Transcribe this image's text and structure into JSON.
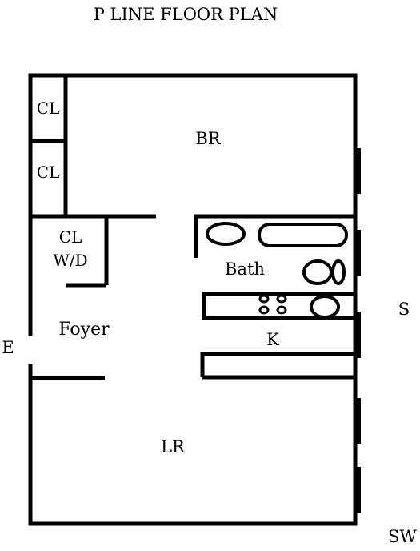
{
  "title": "P LINE FLOOR PLAN",
  "rooms": {
    "closet_1": "CL",
    "closet_2": "CL",
    "closet_wd_line1": "CL",
    "closet_wd_line2": "W/D",
    "bedroom": "BR",
    "bath": "Bath",
    "foyer": "Foyer",
    "kitchen": "K",
    "living_room": "LR"
  },
  "compass": {
    "east": "E",
    "south": "S",
    "southwest": "SW"
  }
}
